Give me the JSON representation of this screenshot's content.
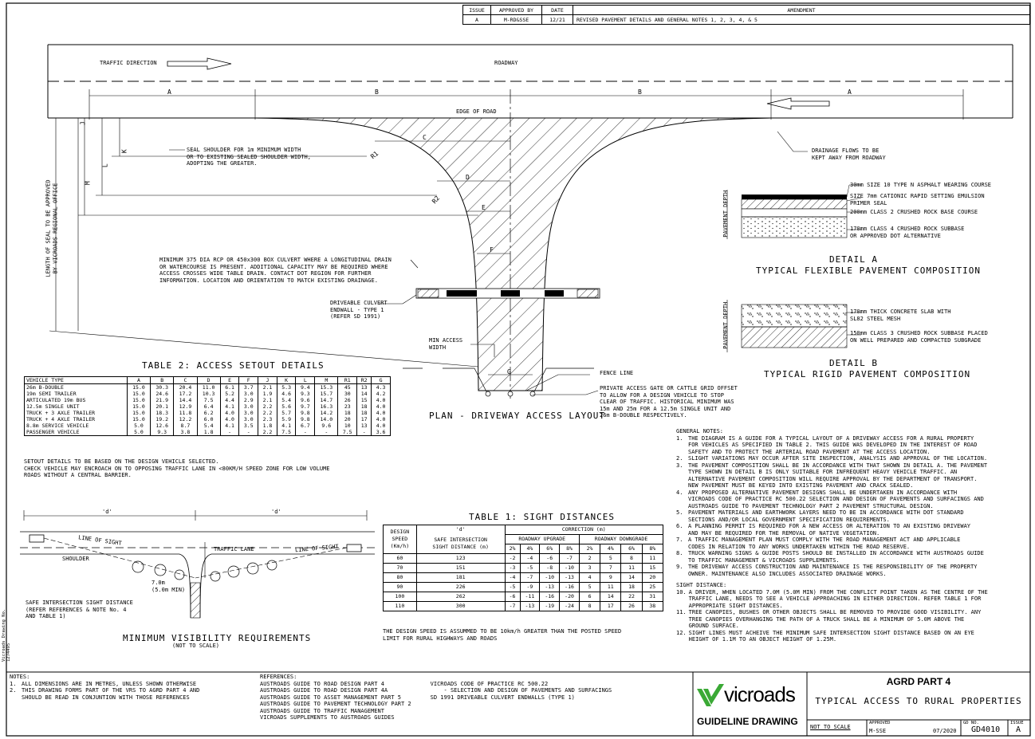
{
  "amendment_table": {
    "headers": [
      "ISSUE",
      "APPROVED BY",
      "DATE",
      "AMENDMENT"
    ],
    "rows": [
      [
        "A",
        "M-RD&SSE",
        "12/21",
        "REVISED PAVEMENT DETAILS AND GENERAL NOTES 1, 2, 3, 4, & 5"
      ]
    ]
  },
  "plan": {
    "traffic_direction": "TRAFFIC DIRECTION",
    "roadway": "ROADWAY",
    "edge_of_road": "EDGE OF ROAD",
    "dim_a": "A",
    "dim_b": "B",
    "dim_c": "C",
    "dim_d": "D",
    "dim_e": "E",
    "dim_f": "F",
    "dim_g": "G",
    "dim_k": "K",
    "dim_l": "L",
    "dim_m": "M",
    "dim_r1": "R1",
    "dim_r2": "R2",
    "dim_j": "J",
    "seal_shoulder_note": "SEAL SHOULDER FOR 1m MINIMUM WIDTH\nOR TO EXISTING SEALED SHOULDER WIDTH,\nADOPTING THE GREATER.",
    "drainage_note": "DRAINAGE FLOWS TO BE\nKEPT AWAY FROM ROADWAY",
    "length_of_seal": "LENGTH OF SEAL TO BE APPROVED\nBY VICROADS REGIONAL OFFICE",
    "culvert_note": "MINIMUM 375 DIA RCP OR 450x300 BOX CULVERT WHERE A LONGITUDINAL DRAIN\nOR WATERCOURSE IS PRESENT. ADDITIONAL CAPACITY MAY BE REQUIRED WHERE\nACCESS CROSSES WIDE TABLE DRAIN. CONTACT DOT REGION FOR FURTHER\nINFORMATION. LOCATION AND ORIENTATION TO MATCH EXISTING DRAINAGE.",
    "endwall_note": "DRIVEABLE CULVERT\nENDWALL - TYPE 1\n(REFER SD 1991)",
    "min_access": "MIN ACCESS\nWIDTH",
    "fence_line": "FENCE LINE",
    "gate_note": "PRIVATE ACCESS GATE OR CATTLE GRID OFFSET\nTO ALLOW FOR A DESIGN VEHICLE TO STOP\nCLEAR OF TRAFFIC. HISTORICAL MINIMUM WAS\n15m AND 25m FOR A 12.5m SINGLE UNIT AND\n26m B-DOUBLE RESPECTIVELY.",
    "title": "PLAN - DRIVEWAY ACCESS LAYOUT"
  },
  "detail_a": {
    "pavement_depth": "PAVEMENT DEPTH",
    "layers": [
      "30mm SIZE 10 TYPE N ASPHALT WEARING COURSE",
      "SIZE 7mm CATIONIC RAPID SETTING EMULSION\nPRIMER SEAL",
      "200mm CLASS 2 CRUSHED ROCK BASE COURSE",
      "170mm CLASS 4 CRUSHED ROCK SUBBASE\nOR APPROVED DOT ALTERNATIVE"
    ],
    "title1": "DETAIL A",
    "title2": "TYPICAL FLEXIBLE PAVEMENT COMPOSITION"
  },
  "detail_b": {
    "pavement_depth": "PAVEMENT DEPTH",
    "layers": [
      "170mm THICK CONCRETE SLAB WITH\nSL82 STEEL MESH",
      "150mm CLASS 3 CRUSHED ROCK SUBBASE PLACED\nON WELL PREPARED AND COMPACTED SUBGRADE"
    ],
    "title1": "DETAIL B",
    "title2": "TYPICAL RIGID PAVEMENT COMPOSITION"
  },
  "table2": {
    "title": "TABLE 2: ACCESS SETOUT DETAILS",
    "headers": [
      "VEHICLE TYPE",
      "A",
      "B",
      "C",
      "D",
      "E",
      "F",
      "J",
      "K",
      "L",
      "M",
      "R1",
      "R2",
      "G"
    ],
    "rows": [
      [
        "26m B-DOUBLE",
        "15.0",
        "30.3",
        "20.4",
        "11.0",
        "6.1",
        "3.7",
        "2.1",
        "5.3",
        "9.4",
        "15.3",
        "45",
        "13",
        "4.3"
      ],
      [
        "19m SEMI TRAILER",
        "15.0",
        "24.6",
        "17.2",
        "10.3",
        "5.2",
        "3.0",
        "1.9",
        "4.6",
        "9.3",
        "15.7",
        "30",
        "14",
        "4.2"
      ],
      [
        "ARTICULATED 19m BUS",
        "15.0",
        "21.9",
        "14.4",
        "7.5",
        "4.4",
        "2.9",
        "2.1",
        "5.4",
        "9.6",
        "14.7",
        "26",
        "15",
        "4.0"
      ],
      [
        "12.5m SINGLE UNIT",
        "15.0",
        "20.1",
        "12.9",
        "6.4",
        "4.1",
        "3.0",
        "2.2",
        "5.6",
        "9.7",
        "16.3",
        "23",
        "18",
        "4.0"
      ],
      [
        "TRUCK + 3 AXLE TRAILER",
        "15.0",
        "18.3",
        "11.8",
        "6.2",
        "4.0",
        "3.0",
        "2.2",
        "5.7",
        "9.8",
        "14.2",
        "18",
        "18",
        "4.0"
      ],
      [
        "TRUCK + 4 AXLE TRAILER",
        "15.0",
        "19.2",
        "12.2",
        "6.0",
        "4.0",
        "3.0",
        "2.3",
        "5.9",
        "9.8",
        "14.0",
        "20",
        "17",
        "4.0"
      ],
      [
        "8.8m SERVICE VEHICLE",
        "5.0",
        "12.6",
        "8.7",
        "5.4",
        "4.1",
        "3.5",
        "1.8",
        "4.1",
        "6.7",
        "9.6",
        "10",
        "13",
        "4.0"
      ],
      [
        "PASSENGER VEHICLE",
        "5.0",
        "9.3",
        "3.8",
        "1.8",
        "-",
        "-",
        "2.2",
        "7.5",
        "-",
        "-",
        "7.5",
        "-",
        "3.6"
      ]
    ],
    "note": "SETOUT DETAILS TO BE BASED ON THE DESIGN VEHICLE SELECTED.\nCHECK VEHICLE MAY ENCROACH ON TO OPPOSING TRAFFIC LANE IN <80KM/H SPEED ZONE FOR LOW VOLUME\nROADS WITHOUT A CENTRAL BARRIER."
  },
  "visibility": {
    "d_label": "'d'",
    "line_of_sight": "LINE OF SIGHT",
    "traffic_lane": "TRAFFIC LANE",
    "shoulder": "SHOULDER",
    "distance": "7.0m\n(5.0m MIN)",
    "sight_note": "SAFE INTERSECTION SIGHT DISTANCE\n(REFER REFERENCES & NOTE No. 4\nAND TABLE 1)",
    "title": "MINIMUM VISIBILITY REQUIREMENTS",
    "subtitle": "(NOT TO SCALE)"
  },
  "table1": {
    "title": "TABLE 1: SIGHT DISTANCES",
    "h_speed": "DESIGN\nSPEED\n(Km/h)",
    "h_d": "'d'",
    "h_sisd": "SAFE INTERSECTION\nSIGHT DISTANCE (m)",
    "h_correction": "CORRECTION (m)",
    "h_upgrade": "ROADWAY UPGRADE",
    "h_downgrade": "ROADWAY DOWNGRADE",
    "grades": [
      "2%",
      "4%",
      "6%",
      "8%",
      "2%",
      "4%",
      "6%",
      "8%"
    ],
    "rows": [
      [
        "60",
        "123",
        "-2",
        "-4",
        "-6",
        "-7",
        "2",
        "5",
        "8",
        "11"
      ],
      [
        "70",
        "151",
        "-3",
        "-5",
        "-8",
        "-10",
        "3",
        "7",
        "11",
        "15"
      ],
      [
        "80",
        "181",
        "-4",
        "-7",
        "-10",
        "-13",
        "4",
        "9",
        "14",
        "20"
      ],
      [
        "90",
        "226",
        "-5",
        "-9",
        "-13",
        "-16",
        "5",
        "11",
        "18",
        "25"
      ],
      [
        "100",
        "262",
        "-6",
        "-11",
        "-16",
        "-20",
        "6",
        "14",
        "22",
        "31"
      ],
      [
        "110",
        "300",
        "-7",
        "-13",
        "-19",
        "-24",
        "8",
        "17",
        "26",
        "38"
      ]
    ],
    "note": "THE DESIGN SPEED IS ASSUMMED TO BE 10km/h GREATER THAN THE POSTED SPEED\nLIMIT FOR RURAL HIGHWAYS AND ROADS"
  },
  "general_notes": {
    "heading": "GENERAL NOTES:",
    "items": [
      {
        "n": "1.",
        "text": "THE DIAGRAM IS A GUIDE FOR A TYPICAL LAYOUT OF A DRIVEWAY ACCESS FOR A RURAL PROPERTY\nFOR VEHICLES AS SPECIFIED IN TABLE 2. THIS GUIDE WAS DEVELOPED IN THE INTEREST OF ROAD\nSAFETY AND TO PROTECT THE ARTERIAL ROAD PAVEMENT AT THE ACCESS LOCATION."
      },
      {
        "n": "2.",
        "text": "SLIGHT VARIATIONS MAY OCCUR AFTER SITE INSPECTION, ANALYSIS AND APPROVAL OF THE LOCATION."
      },
      {
        "n": "3.",
        "text": "THE PAVEMENT COMPOSITION SHALL BE IN ACCORDANCE WITH THAT SHOWN IN DETAIL A. THE PAVEMENT\nTYPE SHOWN IN DETAIL B IS ONLY SUITABLE FOR INFREQUENT HEAVY VEHICLE TRAFFIC. AN\nALTERNATIVE PAVEMENT COMPOSITION WILL REQUIRE APPROVAL BY THE DEPARTMENT OF TRANSPORT.\nNEW PAVEMENT MUST BE KEYED INTO EXISTING PAVEMENT AND CRACK SEALED."
      },
      {
        "n": "4.",
        "text": "ANY PROPOSED ALTERNATIVE PAVEMENT DESIGNS SHALL BE UNDERTAKEN IN ACCORDANCE WITH\nVICROADS CODE OF PRACTICE RC 500.22 SELECTION AND DESIGN OF PAVEMENTS AND SURFACINGS AND\nAUSTROADS GUIDE TO PAVEMENT TECHNOLOGY PART 2 PAVEMENT STRUCTURAL DESIGN."
      },
      {
        "n": "5.",
        "text": "PAVEMENT MATERIALS AND EARTHWORK LAYERS NEED TO BE IN ACCORDANCE WITH DOT STANDARD\nSECTIONS AND/OR LOCAL GOVERNMENT SPECIFICATION REQUIREMENTS."
      },
      {
        "n": "6.",
        "text": "A PLANNING PERMIT IS REQUIRED FOR A NEW ACCESS OR ALTERATION TO AN EXISTING DRIVEWAY\nAND MAY BE REQUIRED FOR THE REMOVAL OF NATIVE VEGETATION."
      },
      {
        "n": "7.",
        "text": "A TRAFFIC MANAGEMENT PLAN MUST COMPLY WITH THE ROAD MANAGEMENT ACT AND APPLICABLE\nCODES IN RELATION TO ANY WORKS UNDERTAKEN WITHIN THE ROAD RESERVE."
      },
      {
        "n": "8.",
        "text": "TRUCK WARNING SIGNS & GUIDE POSTS SHOULD BE INSTALLED IN ACCORDANCE WITH AUSTROADS GUIDE\nTO TRAFFIC MANAGEMENT & VICROADS SUPPLEMENTS."
      },
      {
        "n": "9.",
        "text": "THE DRIVEWAY ACCESS CONSTRUCTION AND MAINTENANCE IS THE RESPONSIBILITY OF THE PROPERTY\nOWNER. MAINTENANCE ALSO INCLUDES ASSOCIATED DRAINAGE WORKS."
      }
    ],
    "sight_heading": "SIGHT DISTANCE:",
    "sight_items": [
      {
        "n": "10.",
        "text": "A DRIVER, WHEN LOCATED 7.0M (5.0M MIN) FROM THE CONFLICT POINT TAKEN AS THE CENTRE OF THE\nTRAFFIC LANE, NEEDS TO SEE A VEHICLE APPROACHING IN EITHER DIRECTION. REFER TABLE 1 FOR\nAPPROPRIATE SIGHT DISTANCES."
      },
      {
        "n": "11.",
        "text": "TREE CANOPIES, BUSHES OR OTHER OBJECTS SHALL BE REMOVED TO PROVIDE GOOD VISIBILITY. ANY\nTREE CANOPIES OVERHANGING THE PATH OF A TRUCK SHALL BE A MINIMUM OF 5.0M ABOVE THE\nGROUND SURFACE."
      },
      {
        "n": "12.",
        "text": "SIGHT LINES MUST ACHEIVE THE MINIMUM SAFE INTERSECTION SIGHT DISTANCE BASED ON AN EYE\nHEIGHT OF 1.1M TO AN OBJECT HEIGHT OF 1.25M."
      }
    ]
  },
  "footer": {
    "notes_heading": "NOTES:",
    "notes": [
      {
        "n": "1.",
        "text": "ALL DIMENSIONS ARE IN METRES, UNLESS SHOWN OTHERWISE"
      },
      {
        "n": "2.",
        "text": "THIS DRAWING FORMS PART OF THE VRS TO AGRD PART 4 AND\nSHOULD BE READ IN CONJUNTION WITH THOSE REFERENCES"
      }
    ],
    "refs_heading": "REFERENCES:",
    "refs_col1": [
      "AUSTROADS GUIDE TO ROAD DESIGN PART 4",
      "AUSTROADS GUIDE TO ROAD DESIGN PART 4A",
      "AUSTROADS GUIDE TO ASSET MANAGEMENT PART 5",
      "AUSTROADS GUIDE TO PAVEMENT TECHNOLOGY PART 2",
      "AUSTROADS GUIDE TO TRAFFIC MANAGEMENT",
      "VICROADS SUPPLEMENTS TO AUSTROADS GUIDES"
    ],
    "refs_col2": [
      "VICROADS CODE OF PRACTICE RC 500.22",
      "    - SELECTION AND DESIGN OF PAVEMENTS AND SURFACINGS",
      "SD 1991 DRIVEABLE CULVERT ENDWALLS (TYPE 1)"
    ],
    "logo_text": "vicroads",
    "guideline": "GUIDELINE DRAWING",
    "title_main": "AGRD PART 4",
    "title_sub": "TYPICAL ACCESS TO RURAL PROPERTIES",
    "not_to_scale": "NOT TO SCALE",
    "approved_label": "APPROVED",
    "approved_value": "M-SSE",
    "date": "07/2020",
    "gd_label": "GD NO.",
    "gd_value": "GD4010",
    "issue_label": "ISSUE",
    "issue_value": "A",
    "side_text": "Vicroads Drawing No. 1274495",
    "logo_green": "#3aa935"
  }
}
